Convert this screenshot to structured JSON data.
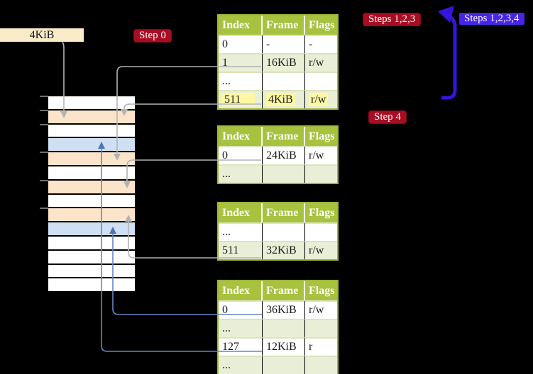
{
  "memory_label": "4KiB",
  "badges": {
    "step0": "Step 0",
    "steps123": "Steps 1,2,3",
    "steps1234": "Steps 1,2,3,4",
    "step4": "Step 4"
  },
  "tables": [
    {
      "id": "l4",
      "name": "level-4-page-table",
      "headers": [
        "Index",
        "Frame",
        "Flags"
      ],
      "rows": [
        {
          "cells": [
            "0",
            "-",
            "-"
          ],
          "shade": "white",
          "highlight": false
        },
        {
          "cells": [
            "1",
            "16KiB",
            "r/w"
          ],
          "shade": "green",
          "highlight": false
        },
        {
          "cells": [
            "...",
            "",
            ""
          ],
          "shade": "white",
          "highlight": false
        },
        {
          "cells": [
            "511",
            "4KiB",
            "r/w"
          ],
          "shade": "green",
          "highlight": true
        }
      ]
    },
    {
      "id": "l3",
      "name": "level-3-page-table",
      "headers": [
        "Index",
        "Frame",
        "Flags"
      ],
      "rows": [
        {
          "cells": [
            "0",
            "24KiB",
            "r/w"
          ],
          "shade": "white",
          "highlight": false
        },
        {
          "cells": [
            "...",
            "",
            ""
          ],
          "shade": "green",
          "highlight": false
        }
      ]
    },
    {
      "id": "l2",
      "name": "level-2-page-table",
      "headers": [
        "Index",
        "Frame",
        "Flags"
      ],
      "rows": [
        {
          "cells": [
            "...",
            "",
            ""
          ],
          "shade": "white",
          "highlight": false
        },
        {
          "cells": [
            "511",
            "32KiB",
            "r/w"
          ],
          "shade": "green",
          "highlight": false
        }
      ]
    },
    {
      "id": "l1",
      "name": "level-1-page-table",
      "headers": [
        "Index",
        "Frame",
        "Flags"
      ],
      "rows": [
        {
          "cells": [
            "0",
            "36KiB",
            "r/w"
          ],
          "shade": "white",
          "highlight": false
        },
        {
          "cells": [
            "...",
            "",
            ""
          ],
          "shade": "green",
          "highlight": false
        },
        {
          "cells": [
            "127",
            "12KiB",
            "r"
          ],
          "shade": "white",
          "highlight": false
        },
        {
          "cells": [
            "...",
            "",
            ""
          ],
          "shade": "green",
          "highlight": false
        }
      ]
    }
  ],
  "memory_rows": [
    {
      "color": "white"
    },
    {
      "color": "peach"
    },
    {
      "color": "white"
    },
    {
      "color": "blue"
    },
    {
      "color": "peach"
    },
    {
      "color": "white"
    },
    {
      "color": "peach"
    },
    {
      "color": "white"
    },
    {
      "color": "peach"
    },
    {
      "color": "blue"
    },
    {
      "color": "white"
    },
    {
      "color": "white"
    },
    {
      "color": "white"
    },
    {
      "color": "white"
    }
  ],
  "colors": {
    "background": "#000000",
    "table_header_green": "#a6c23f",
    "table_row_green": "#e9efd6",
    "highlight_yellow": "#fdf7a2",
    "memory_peach": "#fce4cb",
    "memory_blue": "#cfe0f3",
    "label_wheat": "#faecc9",
    "badge_red": "#a80d22",
    "badge_blue": "#4724e8",
    "recursive_arrow_blue": "#3714dc",
    "connector_gray": "#b3b3b3",
    "connector_blue": "#6288c2"
  }
}
